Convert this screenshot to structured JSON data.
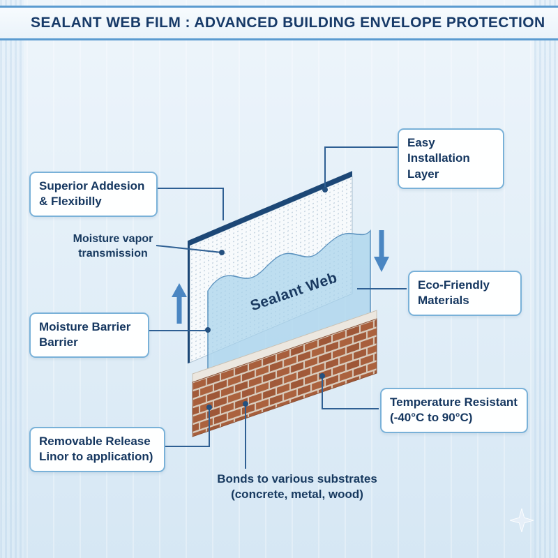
{
  "header": {
    "title": "SEALANT WEB FILM : ADVANCED BUILDING ENVELOPE PROTECTION"
  },
  "illustration": {
    "panel_label": "Sealant Web"
  },
  "callouts": {
    "easy_installation": "Easy Installation\nLayer",
    "superior_adhesion": "Superior Addesion\n& Flexibilly",
    "moisture_vapor": "Moisture vapor\ntransmission",
    "eco_friendly": "Eco-Friendly\nMaterials",
    "moisture_barrier": "Moisture Barrier\nBarrier",
    "temperature_resistant": "Temperature Resistant\n(-40°C to 90°C)",
    "removable_release": "Removable Release\nLinor to application)",
    "bonds_substrates": "Bonds to various substrates\n(concrete, metal, wood)"
  },
  "icons": {
    "up_arrow": "↑",
    "down_arrow": "↓",
    "sparkle": "✦"
  },
  "colors": {
    "accent_blue": "#4a86c2",
    "navy_text": "#14365f",
    "callout_border": "#79b1d8",
    "film_blue": "#a9d0e8",
    "brick": "#a65e3c",
    "background": "#e3eff8"
  }
}
